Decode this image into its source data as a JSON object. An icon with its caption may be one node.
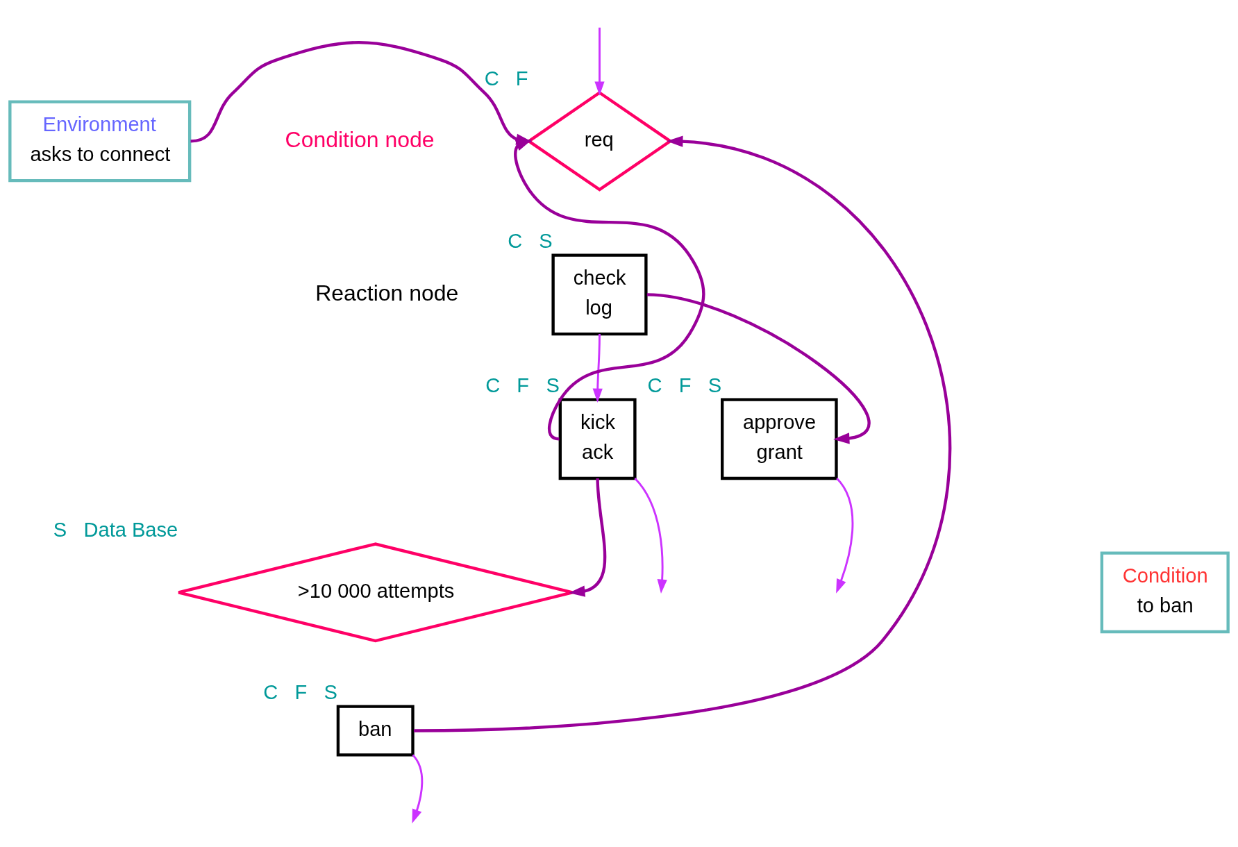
{
  "diagram": {
    "nodes": [
      {
        "text": [
          "Environment",
          "asks to connect"
        ]
      },
      {
        "text": [
          "req"
        ],
        "beside": [
          "C",
          "F"
        ]
      },
      {
        "text": [
          "check",
          "log"
        ],
        "beside": [
          "C",
          "S"
        ]
      },
      {
        "text": [
          "kick",
          "ack"
        ],
        "beside": [
          "C",
          "F",
          "S"
        ]
      },
      {
        "text": [
          "approve",
          "grant"
        ],
        "beside": [
          "C",
          "F",
          "S"
        ]
      },
      {
        "text": [
          ">10 000 attempts"
        ],
        "beside": [
          "S",
          "Data Base"
        ]
      },
      {
        "text": [
          "ban"
        ],
        "beside": [
          "C",
          "F",
          "S"
        ]
      },
      {
        "text": [
          "Condition",
          "to ban"
        ]
      }
    ],
    "edges": [
      {
        "from": null,
        "to": 1,
        "arrow": "to",
        "color": "#cc33ff"
      },
      {
        "from": 0,
        "to": 1,
        "arrow": "to",
        "color": "#990099"
      },
      {
        "from": 2,
        "to": 3,
        "arrow": "to",
        "color": "#cc33ff"
      },
      {
        "from": 2,
        "to": 4,
        "arrow": "to",
        "color": "#990099"
      },
      {
        "from": 3,
        "to": 1,
        "arrow": "to",
        "color": "#990099"
      },
      {
        "from": 3,
        "to": 5,
        "arrow": "to",
        "color": "#990099"
      },
      {
        "from": 3,
        "to": null,
        "arrow": "to",
        "color": "#cc33ff"
      },
      {
        "from": 4,
        "to": null,
        "arrow": "to",
        "color": "#cc33ff"
      },
      {
        "from": 6,
        "to": 1,
        "arrow": "to",
        "color": "#990099"
      },
      {
        "from": 6,
        "to": null,
        "arrow": "to",
        "color": "#cc33ff"
      }
    ],
    "labels": [
      "Condition node",
      "Reaction node"
    ]
  }
}
